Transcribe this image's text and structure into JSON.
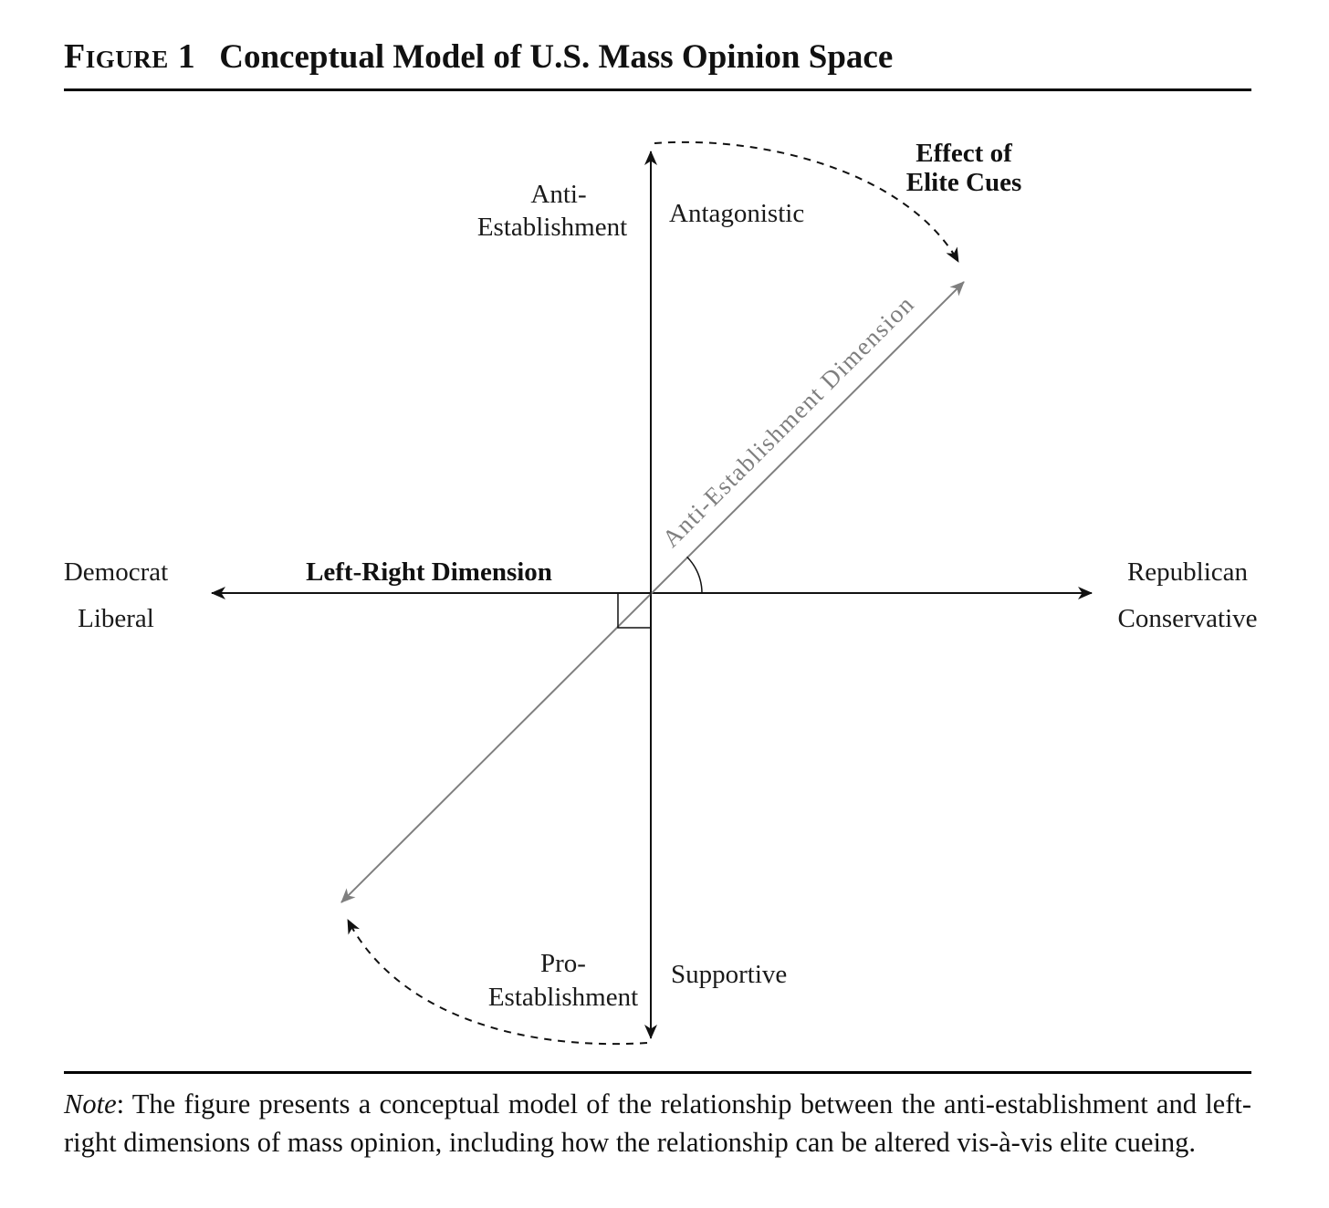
{
  "figure": {
    "label": "Figure 1",
    "title": "Conceptual Model of U.S. Mass Opinion Space"
  },
  "diagram": {
    "vertical_axis": {
      "top_left_line1": "Anti-",
      "top_left_line2": "Establishment",
      "top_right": "Antagonistic",
      "bottom_left_line1": "Pro-",
      "bottom_left_line2": "Establishment",
      "bottom_right": "Supportive"
    },
    "horizontal_axis": {
      "title": "Left-Right Dimension",
      "left_end_line1": "Democrat",
      "left_end_line2": "Liberal",
      "right_end_line1": "Republican",
      "right_end_line2": "Conservative"
    },
    "diagonal_axis": {
      "label": "Anti-Establishment Dimension",
      "color": "#7f7f7f"
    },
    "elite_cues": {
      "title_line1": "Effect of",
      "title_line2": "Elite Cues"
    }
  },
  "note": {
    "label": "Note",
    "text": ": The figure presents a conceptual model of the relationship between the anti-establishment and left-right dimensions of mass opinion, including how the relationship can be altered vis-à-vis elite cueing."
  }
}
